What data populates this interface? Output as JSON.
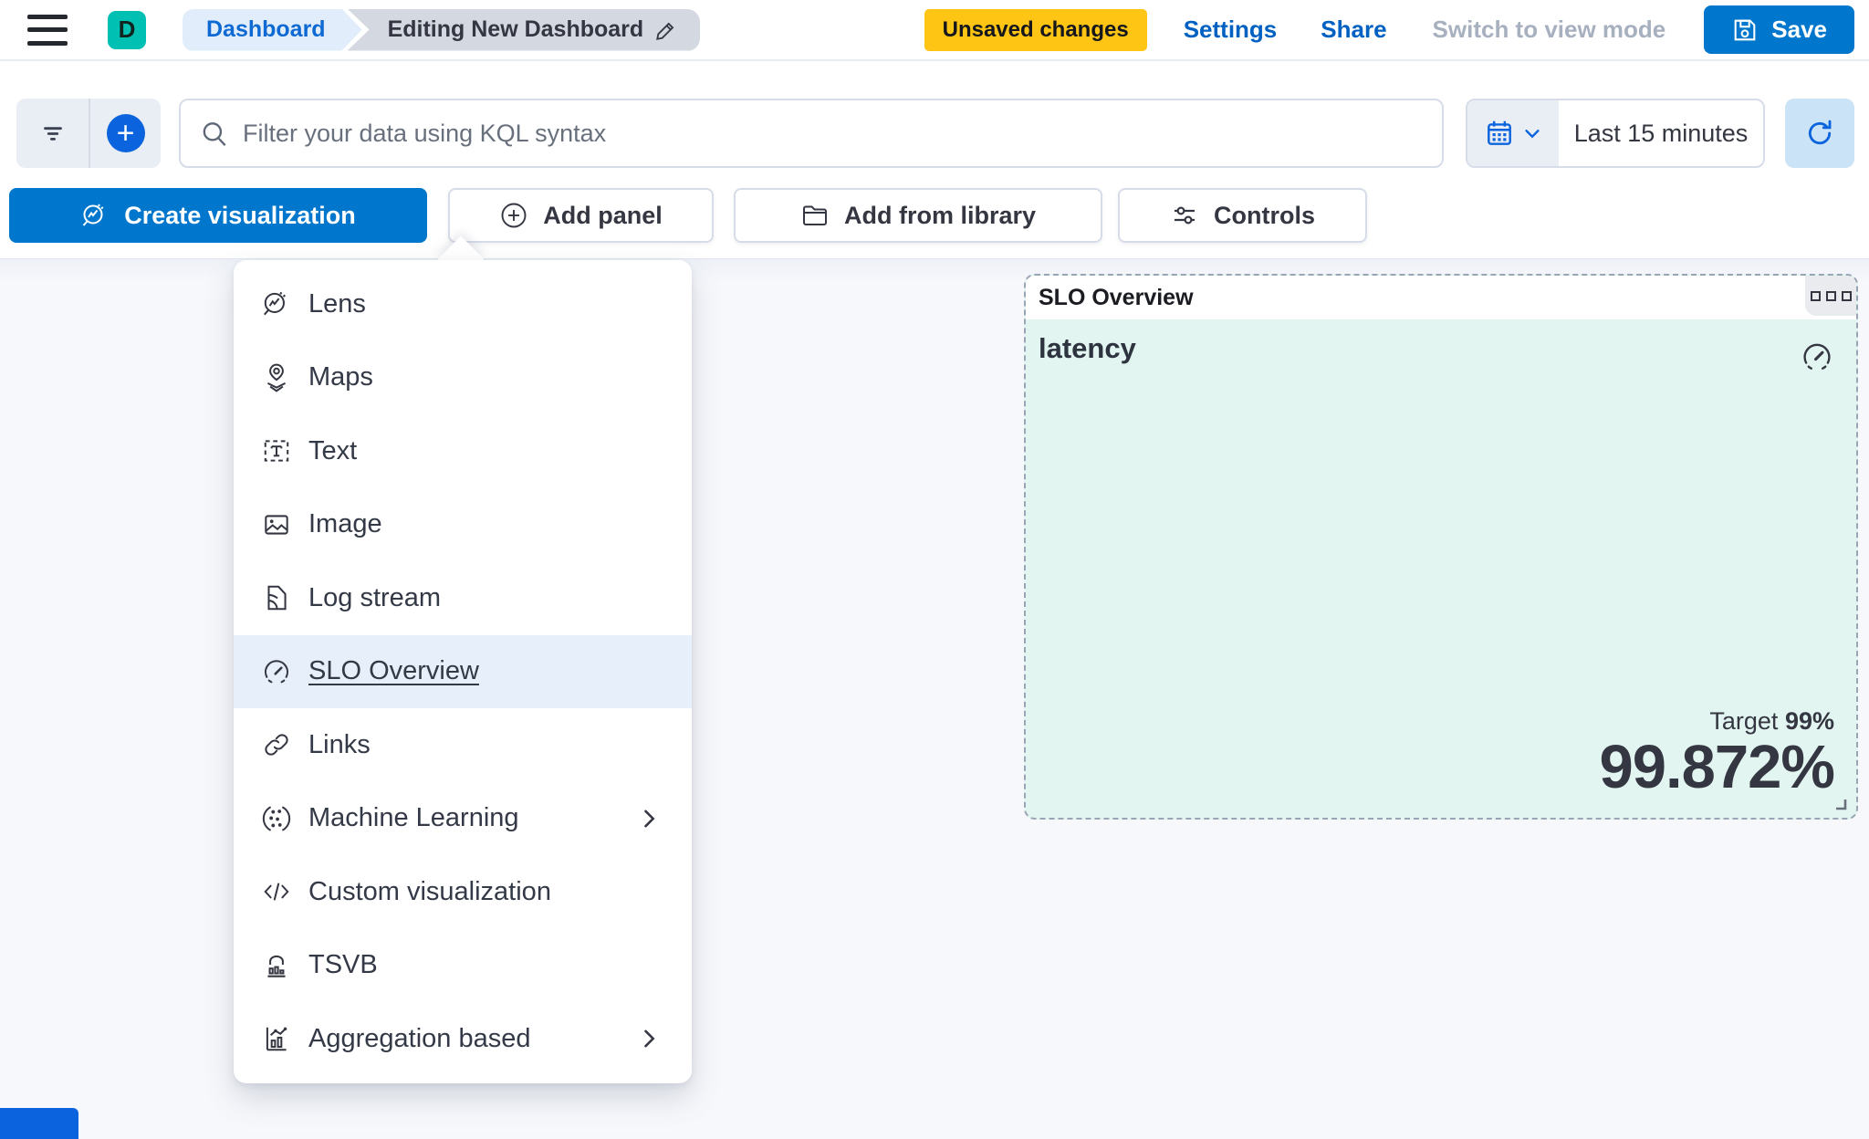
{
  "header": {
    "space_initial": "D",
    "breadcrumbs": [
      {
        "label": "Dashboard"
      },
      {
        "label": "Editing New Dashboard"
      }
    ],
    "unsaved_badge": "Unsaved changes",
    "settings_label": "Settings",
    "share_label": "Share",
    "switch_view_label": "Switch to view mode",
    "save_label": "Save"
  },
  "search_bar": {
    "placeholder": "Filter your data using KQL syntax",
    "time_range": "Last 15 minutes"
  },
  "toolbar": {
    "create_visualization": "Create visualization",
    "add_panel": "Add panel",
    "add_from_library": "Add from library",
    "controls": "Controls"
  },
  "add_panel_menu": {
    "items": [
      {
        "label": "Lens",
        "icon": "lens-icon",
        "selected": false,
        "has_submenu": false
      },
      {
        "label": "Maps",
        "icon": "maps-icon",
        "selected": false,
        "has_submenu": false
      },
      {
        "label": "Text",
        "icon": "text-icon",
        "selected": false,
        "has_submenu": false
      },
      {
        "label": "Image",
        "icon": "image-icon",
        "selected": false,
        "has_submenu": false
      },
      {
        "label": "Log stream",
        "icon": "logstream-icon",
        "selected": false,
        "has_submenu": false
      },
      {
        "label": "SLO Overview",
        "icon": "slo-gauge-icon",
        "selected": true,
        "has_submenu": false
      },
      {
        "label": "Links",
        "icon": "links-icon",
        "selected": false,
        "has_submenu": false
      },
      {
        "label": "Machine Learning",
        "icon": "ml-icon",
        "selected": false,
        "has_submenu": true
      },
      {
        "label": "Custom visualization",
        "icon": "code-icon",
        "selected": false,
        "has_submenu": false
      },
      {
        "label": "TSVB",
        "icon": "tsvb-icon",
        "selected": false,
        "has_submenu": false
      },
      {
        "label": "Aggregation based",
        "icon": "agg-icon",
        "selected": false,
        "has_submenu": true
      }
    ]
  },
  "slo_panel": {
    "title": "SLO Overview",
    "slo_name": "latency",
    "target_label": "Target",
    "target_value": "99%",
    "value": "99.872%"
  },
  "colors": {
    "primary_button": "#0077cc",
    "accent_blue": "#0b64dd",
    "unsaved_badge_bg": "#fec514",
    "avatar_bg": "#00bfb3",
    "panel_content_bg": "#e3f5f1",
    "menu_highlight_bg": "#e7f0fa",
    "new_panel_placeholder": "#0b64dd"
  }
}
